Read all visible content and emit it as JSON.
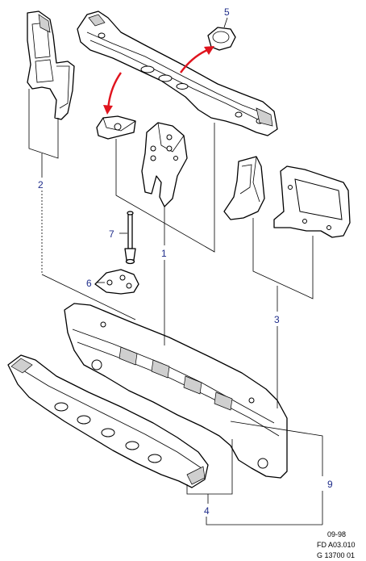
{
  "callouts": {
    "c1": "1",
    "c2": "2",
    "c3": "3",
    "c4": "4",
    "c5": "5",
    "c6": "6",
    "c7": "7",
    "c9": "9"
  },
  "footer": {
    "date": "09-98",
    "ref": "FD A03.010",
    "code": "G 13700 01"
  },
  "colors": {
    "callout": "#1f2d8a",
    "arrow": "#e0141e",
    "line": "#000000"
  }
}
